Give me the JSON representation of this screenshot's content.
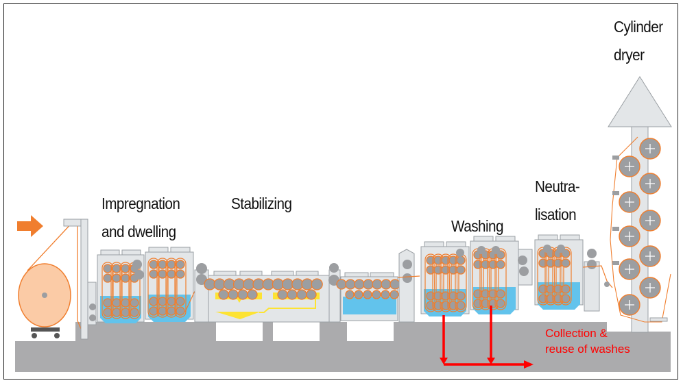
{
  "labels": {
    "impregnation": [
      "Impregnation",
      "and dwelling"
    ],
    "stabilizing": "Stabilizing",
    "washing": "Washing",
    "neutralisation": [
      "Neutra-",
      "lisation"
    ],
    "dryer": [
      "Cylinder",
      "dryer"
    ],
    "collection": [
      "Collection &",
      "reuse of washes"
    ]
  },
  "colors": {
    "fabric": "#f07e2e",
    "roll_fill": "#fbcba6",
    "machine": "#e3e6e8",
    "machine_edge": "#9a9fa3",
    "roller": "#9c9ea1",
    "water": "#62c3ec",
    "chemical": "#fde333",
    "floor": "#ababad",
    "flow_arrow": "#ff0000",
    "text_red": "#ff0000"
  }
}
